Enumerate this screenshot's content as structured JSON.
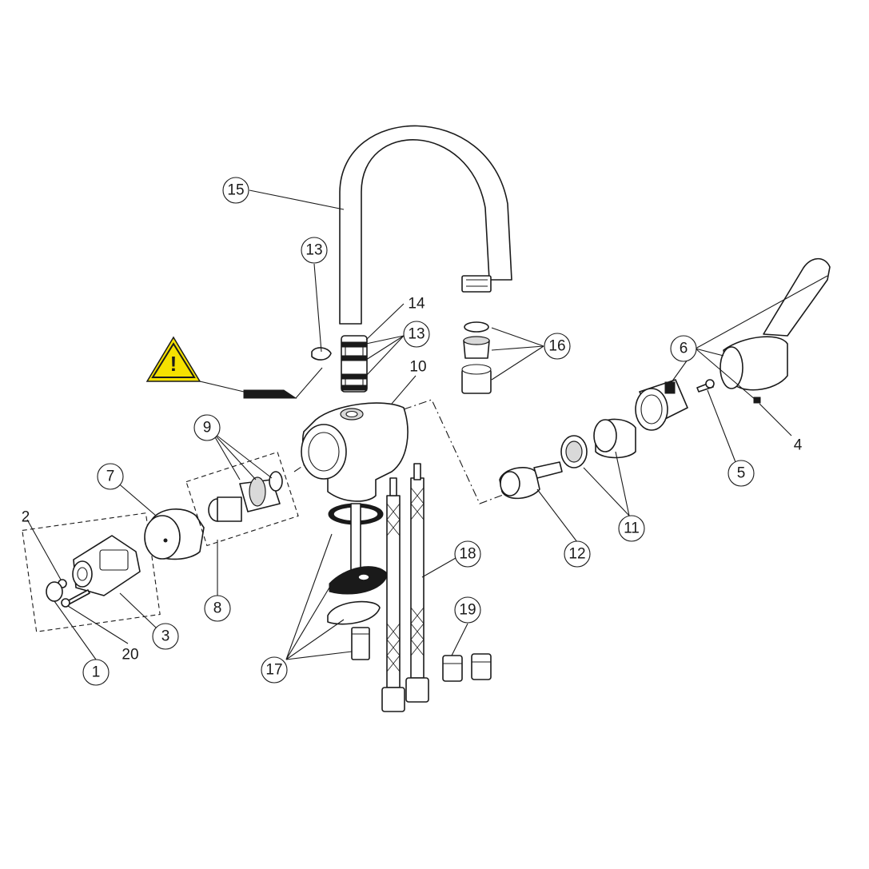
{
  "callouts": [
    {
      "id": "1",
      "label": "1",
      "circled": true
    },
    {
      "id": "2",
      "label": "2",
      "circled": false
    },
    {
      "id": "3",
      "label": "3",
      "circled": true
    },
    {
      "id": "4",
      "label": "4",
      "circled": false
    },
    {
      "id": "5",
      "label": "5",
      "circled": true
    },
    {
      "id": "6",
      "label": "6",
      "circled": true
    },
    {
      "id": "7",
      "label": "7",
      "circled": true
    },
    {
      "id": "8",
      "label": "8",
      "circled": true
    },
    {
      "id": "9",
      "label": "9",
      "circled": true
    },
    {
      "id": "10",
      "label": "10",
      "circled": false
    },
    {
      "id": "11",
      "label": "11",
      "circled": true
    },
    {
      "id": "12",
      "label": "12",
      "circled": true
    },
    {
      "id": "13a",
      "label": "13",
      "circled": true
    },
    {
      "id": "13b",
      "label": "13",
      "circled": true
    },
    {
      "id": "14",
      "label": "14",
      "circled": false
    },
    {
      "id": "15",
      "label": "15",
      "circled": true
    },
    {
      "id": "16",
      "label": "16",
      "circled": true
    },
    {
      "id": "17",
      "label": "17",
      "circled": true
    },
    {
      "id": "18",
      "label": "18",
      "circled": true
    },
    {
      "id": "19",
      "label": "19",
      "circled": true
    },
    {
      "id": "20",
      "label": "20",
      "circled": false
    }
  ],
  "warning": {
    "symbol": "!",
    "color": "#f5e100",
    "icon": "warning-triangle-icon"
  },
  "colors": {
    "line": "#1a1a1a",
    "background": "#ffffff",
    "warning_fill": "#f5e100"
  }
}
